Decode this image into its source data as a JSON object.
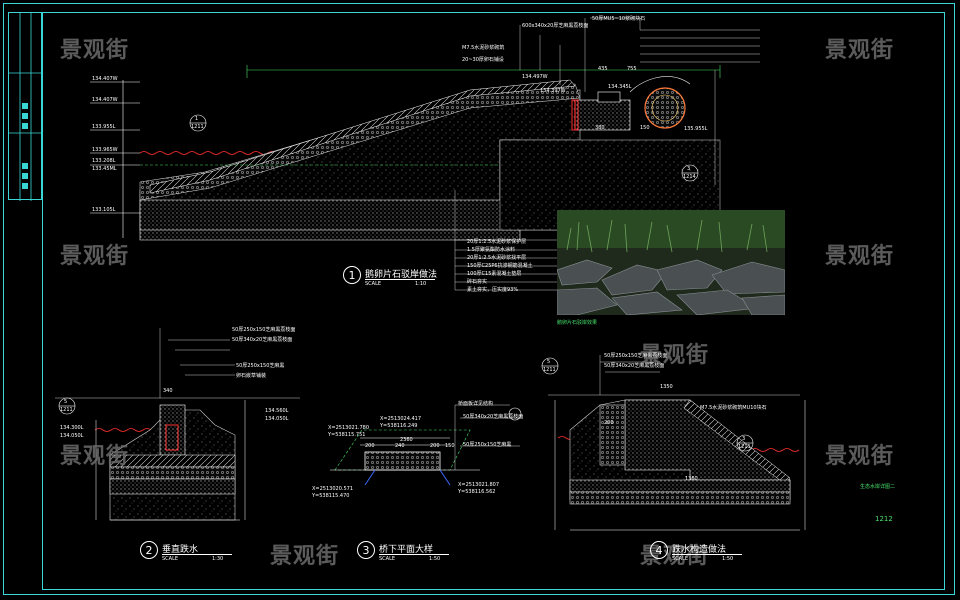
{
  "watermark": {
    "text": "景观街"
  },
  "sheet": {
    "page_number": "1212",
    "note_label": "生态水岸详图二"
  },
  "details": [
    {
      "number": "1",
      "title": "鹅卵片石驳岸做法",
      "scale_label": "SCALE",
      "scale": "1:10"
    },
    {
      "number": "2",
      "title": "垂直跌水",
      "scale_label": "SCALE",
      "scale": "1:30"
    },
    {
      "number": "3",
      "title": "桥下平面大样",
      "scale_label": "SCALE",
      "scale": "1:50"
    },
    {
      "number": "4",
      "title": "跌水构造做法",
      "scale_label": "SCALE",
      "scale": "1:50"
    }
  ],
  "detail1": {
    "elevations": [
      "134.407W",
      "134.407W",
      "133.955L",
      "133.965W",
      "133.208L",
      "133.45ML",
      "133.105L"
    ],
    "section_ref": {
      "top": "1",
      "bottom": "1211"
    },
    "section_ref_right": {
      "top": "3",
      "bottom": "1214"
    },
    "top_elevations": [
      "134.497W",
      "134.397W",
      "134.345L",
      "135.955L"
    ],
    "top_dims": [
      "435",
      "755",
      "380",
      "150"
    ],
    "layer_notes": [
      "20厚1:2.5水泥砂浆保护层",
      "1.5厚聚氨酯防水涂料",
      "20厚1:2.5水泥砂浆找平层",
      "150厚C25P6抗渗钢筋混凝土",
      "100厚C15素混凝土垫层",
      "碎石夯实",
      "素土夯实，压实度93%"
    ],
    "top_notes": [
      "600x340x20厚芝麻黑荔枝面",
      "M7.5水泥砂浆砌筑",
      "20~30厚卵石铺设",
      "50厚MU5~10浆砌块石"
    ]
  },
  "photo": {
    "caption": "鹅卵片石驳岸效果"
  },
  "detail2": {
    "elevations": [
      "134.300L",
      "134.050L",
      "134.560L",
      "134.050L"
    ],
    "section_ref": {
      "top": "5",
      "bottom": "1211"
    },
    "notes": [
      "50厚250x150芝麻黑荔枝面",
      "50厚340x20芝麻黑荔枝面",
      "50厚250x150芝麻黑",
      "卵石嵌草铺装"
    ],
    "dims": [
      "340"
    ]
  },
  "detail3": {
    "coords": [
      "X=2513021.780",
      "Y=538115.751",
      "X=2513024.417",
      "Y=538116.249",
      "X=2513021.807",
      "Y=538116.562",
      "X=2513020.571",
      "Y=538115.470"
    ],
    "dims": [
      "200",
      "240",
      "2360",
      "200",
      "150"
    ],
    "notes": [
      "桥面板详见结构",
      "50厚340x20芝麻黑荔枝面",
      "50厚250x150芝麻黑"
    ]
  },
  "detail4": {
    "section_ref": {
      "top": "5",
      "bottom": "1211"
    },
    "section_ref_right": {
      "top": "3",
      "bottom": "1211"
    },
    "notes": [
      "50厚250x150芝麻黑荔枝面",
      "50厚340x20芝麻黑荔枝面",
      "M7.5水泥砂浆砌筑MU10块石"
    ],
    "dims": [
      "200",
      "1360",
      "1350"
    ]
  },
  "colors": {
    "frame": "#3ad6d6",
    "hatch": "#cfcfcf",
    "water": "#ff3030",
    "note": "#ffffff",
    "accent": "#f2e45a"
  }
}
